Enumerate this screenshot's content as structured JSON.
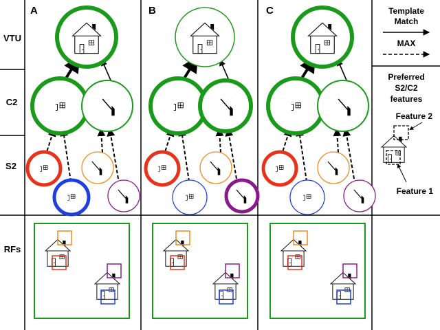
{
  "panels": [
    {
      "letter": "A",
      "s2_weights": {
        "s2a": "strong",
        "s2b": "strong",
        "s2c": "thin",
        "s2d": "thin"
      }
    },
    {
      "letter": "B",
      "s2_weights": {
        "s2a": "strong",
        "s2b": "thin",
        "s2c": "thin",
        "s2d": "strong"
      }
    },
    {
      "letter": "C",
      "s2_weights": {
        "s2a": "strong",
        "s2b": "thin",
        "s2c": "thin",
        "s2d": "thin"
      }
    }
  ],
  "row_labels": {
    "vtu": "VTU",
    "c2": "C2",
    "s2": "S2",
    "rfs": "RFs"
  },
  "legend": {
    "template_line1": "Template",
    "template_line2": "Match",
    "max_label": "MAX",
    "preferred_line1": "Preferred",
    "preferred_line2": "S2/C2",
    "preferred_line3": "features",
    "feature2": "Feature 2",
    "feature1": "Feature 1"
  },
  "colors": {
    "green": "#1a9a1a",
    "red": "#e8331c",
    "blue": "#1f3fe0",
    "orange": "#f08c1e",
    "purple": "#8a1a8a"
  }
}
